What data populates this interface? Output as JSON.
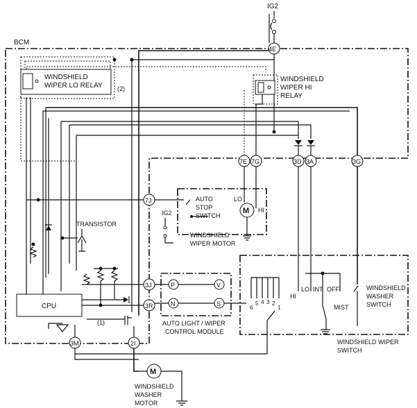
{
  "ig2_top": "IG2",
  "bcm_label": "BCM",
  "relays": {
    "lo_line1": "WINDSHIELD",
    "lo_line2": "WIPER LO RELAY",
    "lo_ref": "(2)",
    "hi_line1": "WINDSHIELD",
    "hi_line2": "WIPER HI",
    "hi_line3": "RELAY"
  },
  "terminals": {
    "t4E": "4E",
    "t7E": "7E",
    "t7G": "7G",
    "t3D": "3D",
    "t3A": "3A",
    "t3G": "3G",
    "t7J": "7J",
    "t3J": "3J",
    "t3R": "3R",
    "t3M": "3M",
    "t2I": "2I"
  },
  "transistor_label": "TRANSISTOR",
  "cpu_label": "CPU",
  "ref1": "(1)",
  "motor": {
    "lo": "LO",
    "hi": "HI",
    "m": "M",
    "auto_stop_1": "AUTO",
    "auto_stop_2": "STOP",
    "auto_stop_3": "SWITCH",
    "ig2": "IG2",
    "name_1": "WINDSHIELD",
    "name_2": "WIPER MOTOR"
  },
  "module": {
    "p": "P",
    "v": "V",
    "n": "N",
    "s": "S",
    "name_1": "AUTO LIGHT / WIPER",
    "name_2": "CONTROL MODULE"
  },
  "switch": {
    "hi": "HI",
    "lo": "LO",
    "int": "INT",
    "off": "OFF",
    "mist": "MIST",
    "positions": [
      "6",
      "5",
      "4",
      "3",
      "2",
      "1"
    ],
    "washer_1": "WINDSHIELD",
    "washer_2": "WASHER",
    "washer_3": "SWITCH",
    "name_1": "WINDSHIELD WIPER",
    "name_2": "SWITCH"
  },
  "washer_motor": {
    "m": "M",
    "name_1": "WINDSHIELD",
    "name_2": "WASHER",
    "name_3": "MOTOR"
  }
}
